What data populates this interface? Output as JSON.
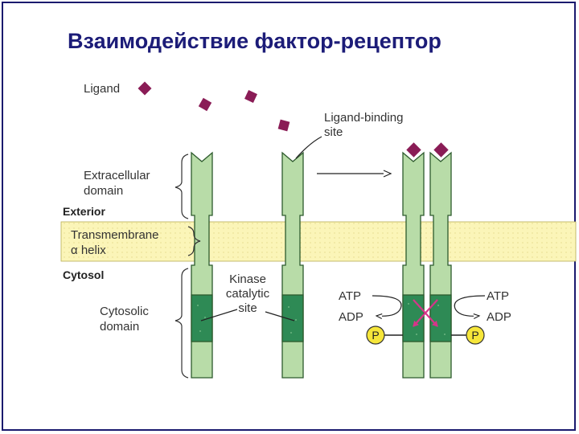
{
  "title": "Взаимодействие фактор-рецептор",
  "labels": {
    "ligand": "Ligand",
    "ligand_binding_1": "Ligand-binding",
    "ligand_binding_2": "site",
    "extracellular_1": "Extracellular",
    "extracellular_2": "domain",
    "exterior": "Exterior",
    "transmembrane_1": "Transmembrane",
    "transmembrane_2": "α helix",
    "cytosol": "Cytosol",
    "kinase_1": "Kinase",
    "kinase_2": "catalytic",
    "kinase_3": "site",
    "cytosolic_1": "Cytosolic",
    "cytosolic_2": "domain",
    "atp_left": "ATP",
    "adp_left": "ADP",
    "atp_right": "ATP",
    "adp_right": "ADP",
    "phosphate_left": "P",
    "phosphate_right": "P"
  },
  "colors": {
    "membrane": "#fbf5b8",
    "receptor": "#b8dca8",
    "kinase": "#2e8a55",
    "ligand": "#8a1c56",
    "phosphate": "#f6e63a",
    "arrow_pink": "#d6358a",
    "title": "#1c1c78"
  }
}
